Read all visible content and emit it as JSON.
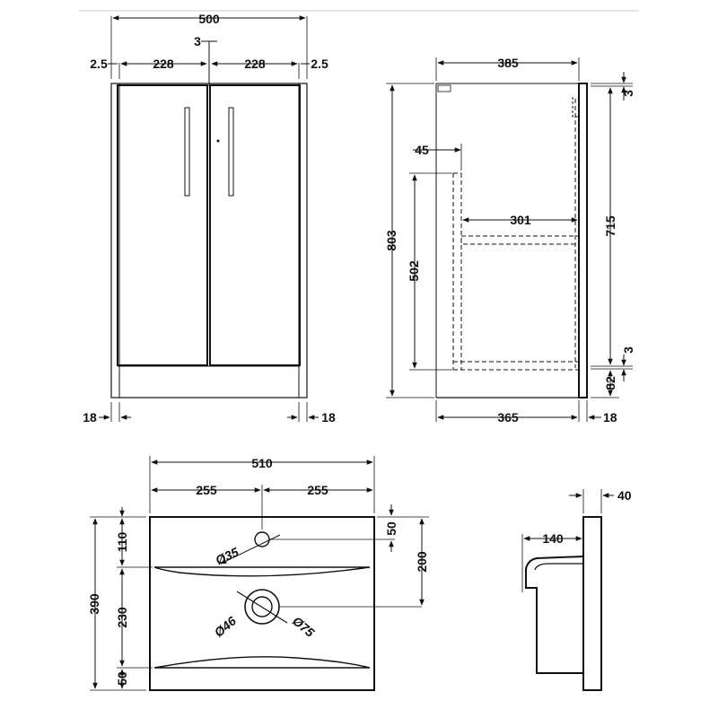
{
  "front_view": {
    "overall_width": "500",
    "door_gap": "3",
    "side_margin_left": "2.5",
    "door_width_left": "228",
    "door_width_right": "228",
    "side_margin_right": "2.5",
    "panel_left": "18",
    "panel_right": "18"
  },
  "side_view": {
    "overall_depth": "385",
    "overall_height": "803",
    "top_gap": "3",
    "shelf_inset": "45",
    "shelf_depth": "301",
    "inner_height": "502",
    "door_height": "715",
    "bottom_gap": "3",
    "plinth_height": "82",
    "base_depth": "365",
    "door_thickness": "18"
  },
  "basin_plan": {
    "overall_width": "510",
    "half_width_left": "255",
    "half_width_right": "255",
    "overall_depth": "390",
    "tap_hole_offset": "110",
    "bowl_depth": "230",
    "front_margin": "50",
    "tap_hole_from_back": "50",
    "waste_from_back": "200",
    "tap_hole_diameter": "Ø35",
    "waste_inner_diameter": "Ø46",
    "waste_outer_diameter": "Ø75"
  },
  "basin_section": {
    "rim_thickness": "40",
    "bowl_projection": "140"
  }
}
